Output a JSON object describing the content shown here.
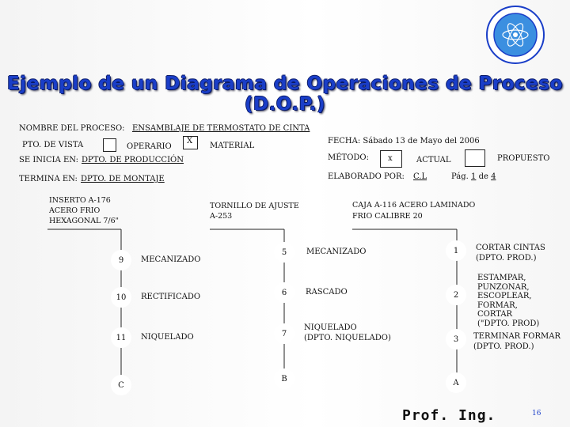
{
  "title": "Ejemplo de un Diagrama de Operaciones de Proceso (D.O.P.)",
  "header": {
    "process_label": "NOMBRE DEL PROCESO:",
    "process_value": "ENSAMBLAJE DE TERMOSTATO DE CINTA",
    "pto_vista": "PTO. DE VISTA",
    "operario": "OPERARIO",
    "operario_mark": "X",
    "material": "MATERIAL",
    "inicia_label": "SE INICIA EN:",
    "inicia_value": "DPTO. DE PRODUCCIÓN",
    "termina_label": "TERMINA EN:",
    "termina_value": "DPTO. DE MONTAJE",
    "fecha": "FECHA: Sábado 13 de Mayo del 2006",
    "metodo": "MÉTODO:",
    "metodo_mark": "x",
    "actual": "ACTUAL",
    "propuesto": "PROPUESTO",
    "elaborado_label": "ELABORADO POR:",
    "elaborado_value": "C.L",
    "pag_label": "Pág.",
    "pag_num": "1",
    "pag_de": "de",
    "pag_total": "4"
  },
  "materials": {
    "m1": [
      "INSERTO A-176",
      "ACERO FRIO",
      "HEXAGONAL 7/6\""
    ],
    "m2": [
      "TORNILLO DE AJUSTE",
      "A-253"
    ],
    "m3": [
      "CAJA A-116 ACERO LAMINADO",
      "FRIO CALIBRE 20"
    ]
  },
  "operations": {
    "col1": [
      {
        "num": "9",
        "label": "MECANIZADO"
      },
      {
        "num": "10",
        "label": "RECTIFICADO"
      },
      {
        "num": "11",
        "label": "NIQUELADO"
      },
      {
        "num": "C",
        "label": ""
      }
    ],
    "col2": [
      {
        "num": "5",
        "label": "MECANIZADO"
      },
      {
        "num": "6",
        "label": "RASCADO"
      },
      {
        "num": "7",
        "label": "NIQUELADO\n(DPTO. NIQUELADO)"
      },
      {
        "num": "B",
        "label": ""
      }
    ],
    "col3": [
      {
        "num": "1",
        "label": "CORTAR CINTAS\n(DPTO. PROD.)"
      },
      {
        "num": "2",
        "label": "ESTAMPAR,\nPUNZONAR,\nESCOPLEAR,\nFORMAR,\nCORTAR\n(\"DPTO. PROD)"
      },
      {
        "num": "3",
        "label": "TERMINAR FORMAR\n(DPTO. PROD.)"
      },
      {
        "num": "A",
        "label": ""
      }
    ]
  },
  "footer": {
    "text": "Prof. Ing.",
    "slide_number": "16"
  }
}
